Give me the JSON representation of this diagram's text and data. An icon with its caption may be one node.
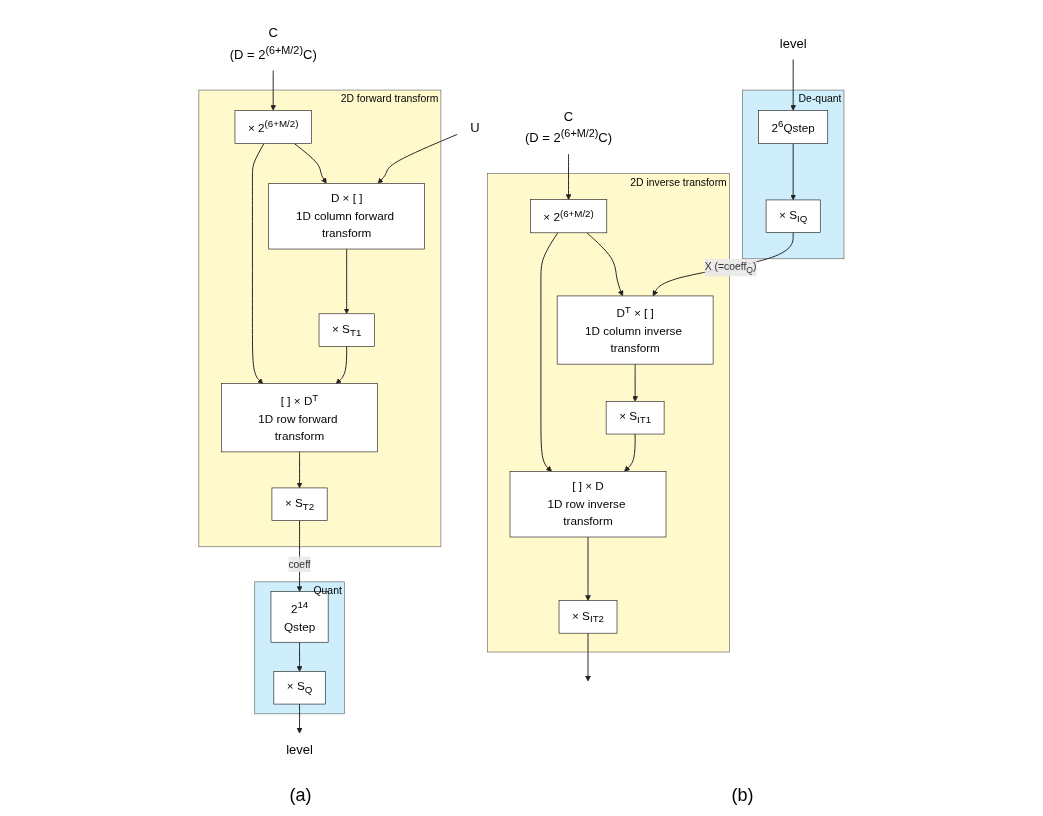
{
  "diagram": {
    "nodes": [
      {
        "text": [
          "2D forward transform"
        ]
      },
      {
        "text": [
          "U"
        ]
      },
      {
        "text": [
          "C"
        ],
        "beside": [
          "(D = 2$^{(6+M/2)}$C)"
        ]
      },
      {
        "text": [
          "× 2$^{(6+M/2)}$"
        ],
        "in": 0
      },
      {
        "text": [
          "D × [ ]",
          "1D column forward transform"
        ],
        "in": 0
      },
      {
        "text": [
          "× S$_{T1}$"
        ],
        "in": 0
      },
      {
        "text": [
          "[ ] × D$^{T}$",
          "1D row forward transform"
        ],
        "in": 0
      },
      {
        "text": [
          "× S$_{T2}$"
        ],
        "in": 0
      },
      {
        "text": [
          "Quant"
        ]
      },
      {
        "text": [
          "2$^{14}$",
          "Qstep"
        ],
        "in": 8
      },
      {
        "text": [
          "× S$_{Q}$"
        ],
        "in": 8
      },
      {
        "text": [
          "level"
        ]
      },
      {
        "text": [
          "level"
        ]
      },
      {
        "text": [
          "De-quant"
        ]
      },
      {
        "text": [
          "2$^{6}$Qstep"
        ],
        "in": 13
      },
      {
        "text": [
          "× S$_{IQ}$"
        ],
        "in": 13
      },
      {
        "text": [
          "2D inverse transform"
        ]
      },
      {
        "text": [
          "C"
        ],
        "beside": [
          "(D = 2$^{(6+M/2)}$C)"
        ]
      },
      {
        "text": [
          "× 2$^{(6+M/2)}$"
        ],
        "in": 16
      },
      {
        "text": [
          "D$^{T}$ × [ ]",
          "1D column inverse transform"
        ],
        "in": 16
      },
      {
        "text": [
          "× S$_{IT1}$"
        ],
        "in": 16
      },
      {
        "text": [
          "[ ] × D",
          "1D row inverse transform"
        ],
        "in": 16
      },
      {
        "text": [
          "× S$_{IT2}$"
        ],
        "in": 16
      }
    ],
    "edges": [
      {
        "from": 1,
        "to": 4,
        "arrow": "to"
      },
      {
        "from": 2,
        "to": 3,
        "arrow": "to"
      },
      {
        "from": 3,
        "to": 4,
        "arrow": "to"
      },
      {
        "from": 3,
        "to": 6,
        "arrow": "to"
      },
      {
        "from": 4,
        "to": 5,
        "arrow": "to"
      },
      {
        "from": 5,
        "to": 6,
        "arrow": "to"
      },
      {
        "from": 6,
        "to": 7,
        "arrow": "to"
      },
      {
        "from": 7,
        "to": 9,
        "arrow": "to",
        "label": "coeff"
      },
      {
        "from": 9,
        "to": 10,
        "arrow": "to"
      },
      {
        "from": 10,
        "to": 11,
        "arrow": "to"
      },
      {
        "from": 12,
        "to": 14,
        "arrow": "to"
      },
      {
        "from": 14,
        "to": 15,
        "arrow": "to"
      },
      {
        "from": 15,
        "to": 19,
        "arrow": "to",
        "label": "X (=coeff$_{Q}$)"
      },
      {
        "from": 17,
        "to": 18,
        "arrow": "to"
      },
      {
        "from": 18,
        "to": 19,
        "arrow": "to"
      },
      {
        "from": 18,
        "to": 21,
        "arrow": "to"
      },
      {
        "from": 19,
        "to": 20,
        "arrow": "to"
      },
      {
        "from": 20,
        "to": 21,
        "arrow": "to"
      },
      {
        "from": 21,
        "to": 22,
        "arrow": "to"
      },
      {
        "from": 22,
        "to": null,
        "arrow": "to"
      }
    ],
    "labels": [
      "(a)",
      "(b)"
    ]
  }
}
